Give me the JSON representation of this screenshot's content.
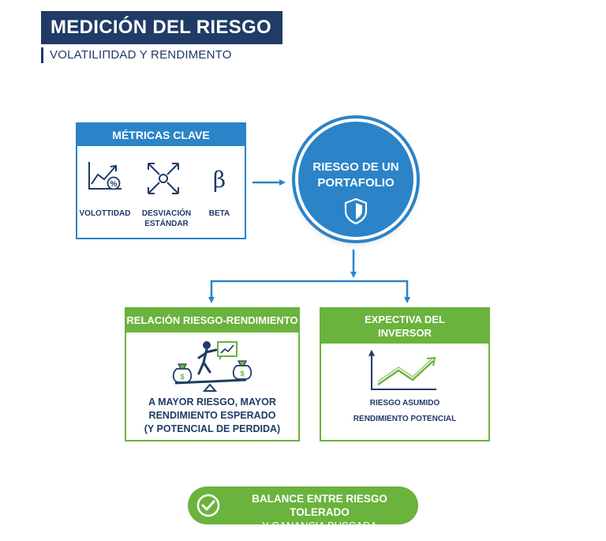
{
  "header": {
    "title": "MEDICIÓN DEL RIESGO",
    "subtitle": "VOLATILIΠDAD Y RENDIMENTO"
  },
  "metrics": {
    "title": "MÉTRICAS CLAVE",
    "items": [
      {
        "label_line1": "VOLOTTIDAD",
        "label_line2": "",
        "icon": "trend-percent-icon"
      },
      {
        "label_line1": "DESVIACIÓN",
        "label_line2": "ESTÁNDAR",
        "icon": "expand-arrows-icon"
      },
      {
        "label_line1": "BETA",
        "label_line2": "",
        "icon": "beta-icon",
        "symbol": "β"
      }
    ]
  },
  "risk_node": {
    "line1": "RIESGO DE UN",
    "line2": "PORTAFOLIO",
    "icon": "shield-icon"
  },
  "relation": {
    "title": "RELACIÓN RIESGO-RENDIMIENTO",
    "line1": "A MAYOR RIESGO, MAYOR",
    "line2": "RENDIMIENTO ESPERADO",
    "line3": "(Y POTENCIAL DE PERDIDA)",
    "icon": "balance-scale-person-icon"
  },
  "investor": {
    "title_line1": "EXPECTIVA DEL",
    "title_line2": "INVERSOR",
    "line1": "RIESGO ASUMIDO",
    "line2": "RENDIMIENTO POTENCIAL",
    "icon": "line-chart-icon"
  },
  "balance": {
    "line1": "BALANCE ENTRE RIESGO TOLERADO",
    "line2": "Y GANANCIA BUSCADA",
    "icon": "checkmark-icon"
  },
  "colors": {
    "navy": "#1f3b66",
    "blue": "#2b83c8",
    "green": "#6ab33d"
  }
}
